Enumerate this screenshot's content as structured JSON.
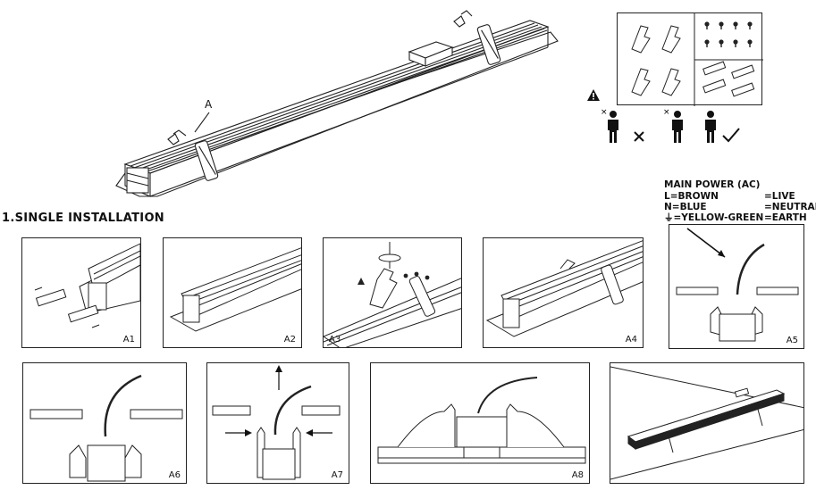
{
  "section_title": "1.SINGLE  INSTALLATION",
  "callout_a": "A",
  "wiring": {
    "heading": "MAIN POWER (AC)",
    "rows": [
      {
        "left": "L=BROWN",
        "right": "=LIVE"
      },
      {
        "left": "N=BLUE",
        "right": "=NEUTRAI"
      },
      {
        "left": "⏚=YELLOW-GREEN",
        "right": "=EARTH"
      }
    ]
  },
  "steps": [
    "A1",
    "A2",
    "A3",
    "A4",
    "A5",
    "A6",
    "A7",
    "A8"
  ],
  "parts_box": {
    "springs": 4,
    "screws": 8,
    "connectors": 4
  },
  "warning": {
    "icon": "warning-icon",
    "people": [
      {
        "count": 1,
        "ok": false
      },
      {
        "count": 1,
        "ok": false
      },
      {
        "count": 2,
        "ok": true
      }
    ]
  }
}
